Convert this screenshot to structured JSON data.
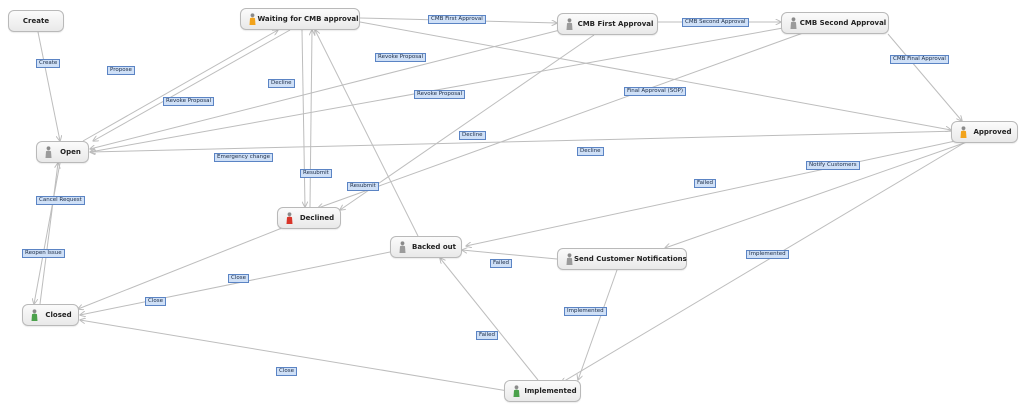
{
  "statuses": [
    {
      "id": "create",
      "label": "Create",
      "icon": "none"
    },
    {
      "id": "waiting",
      "label": "Waiting for CMB approval",
      "icon": "person-orange-icon"
    },
    {
      "id": "cmb1",
      "label": "CMB First Approval",
      "icon": "person-gray-icon"
    },
    {
      "id": "cmb2",
      "label": "CMB Second Approval",
      "icon": "person-gray-icon"
    },
    {
      "id": "open",
      "label": "Open",
      "icon": "person-gray-icon"
    },
    {
      "id": "approved",
      "label": "Approved",
      "icon": "person-orange-icon"
    },
    {
      "id": "declined",
      "label": "Declined",
      "icon": "person-red-icon"
    },
    {
      "id": "backedout",
      "label": "Backed out",
      "icon": "person-gray-icon"
    },
    {
      "id": "sendnotif",
      "label": "Send Customer Notifications",
      "icon": "person-gray-icon"
    },
    {
      "id": "closed",
      "label": "Closed",
      "icon": "person-green-icon"
    },
    {
      "id": "implemented",
      "label": "Implemented",
      "icon": "person-green-icon"
    }
  ],
  "transitions": [
    {
      "label": "Create",
      "from": "create",
      "to": "open"
    },
    {
      "label": "Propose",
      "from": "open",
      "to": "waiting"
    },
    {
      "label": "CMB First Approval",
      "from": "waiting",
      "to": "cmb1"
    },
    {
      "label": "CMB Second Approval",
      "from": "cmb1",
      "to": "cmb2"
    },
    {
      "label": "CMB Final Approval",
      "from": "cmb2",
      "to": "approved"
    },
    {
      "label": "Revoke Proposal",
      "from": "waiting",
      "to": "open"
    },
    {
      "label": "Revoke Proposal",
      "from": "cmb1",
      "to": "open"
    },
    {
      "label": "Revoke Proposal",
      "from": "cmb2",
      "to": "open"
    },
    {
      "label": "Decline",
      "from": "waiting",
      "to": "declined"
    },
    {
      "label": "Decline",
      "from": "approved",
      "to": "open"
    },
    {
      "label": "Decline",
      "from": "cmb2",
      "to": "declined"
    },
    {
      "label": "Final Approval (SOP)",
      "from": "cmb2",
      "to": "declined"
    },
    {
      "label": "Emergency change",
      "from": "open",
      "to": "approved"
    },
    {
      "label": "Resubmit",
      "from": "declined",
      "to": "waiting"
    },
    {
      "label": "Resubmit",
      "from": "cmb1",
      "to": "declined"
    },
    {
      "label": "Cancel Request",
      "from": "open",
      "to": "closed"
    },
    {
      "label": "Reopen Issue",
      "from": "closed",
      "to": "open"
    },
    {
      "label": "Close",
      "from": "backedout",
      "to": "closed"
    },
    {
      "label": "Close",
      "from": "declined",
      "to": "closed"
    },
    {
      "label": "Close",
      "from": "implemented",
      "to": "closed"
    },
    {
      "label": "Notify Customers",
      "from": "approved",
      "to": "sendnotif"
    },
    {
      "label": "Failed",
      "from": "approved",
      "to": "backedout"
    },
    {
      "label": "Failed",
      "from": "sendnotif",
      "to": "backedout"
    },
    {
      "label": "Failed",
      "from": "implemented",
      "to": "backedout"
    },
    {
      "label": "Implemented",
      "from": "sendnotif",
      "to": "implemented"
    },
    {
      "label": "Implemented",
      "from": "approved",
      "to": "implemented"
    },
    {
      "label": "",
      "from": "backedout",
      "to": "waiting"
    },
    {
      "label": "",
      "from": "waiting",
      "to": "approved"
    }
  ],
  "colors": {
    "edge": "#bdbdbd",
    "tag_fill": "#cfe0f7",
    "tag_border": "#5b84c4",
    "node_border": "#b9b9b9"
  }
}
